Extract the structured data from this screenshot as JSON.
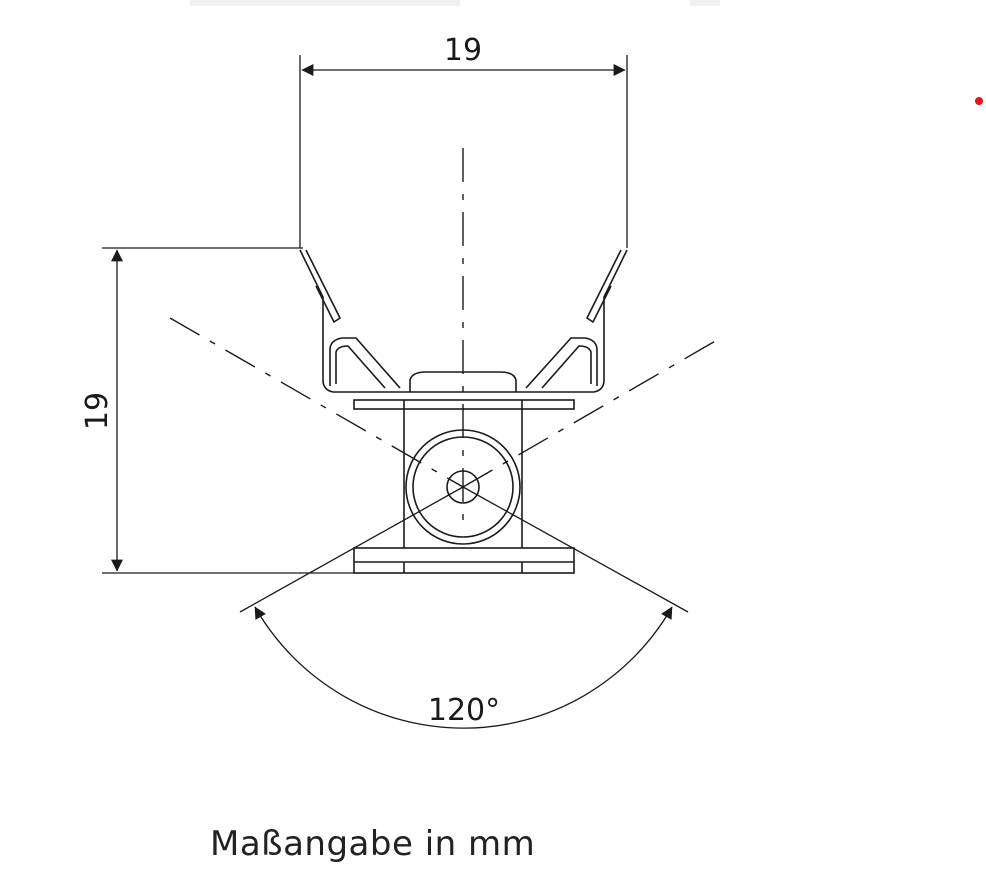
{
  "dimensions": {
    "width_label": "19",
    "height_label": "19",
    "angle_label": "120°"
  },
  "caption": "Maßangabe in mm",
  "colors": {
    "line": "#1a1a1a",
    "accent_dot": "#e3161c"
  }
}
